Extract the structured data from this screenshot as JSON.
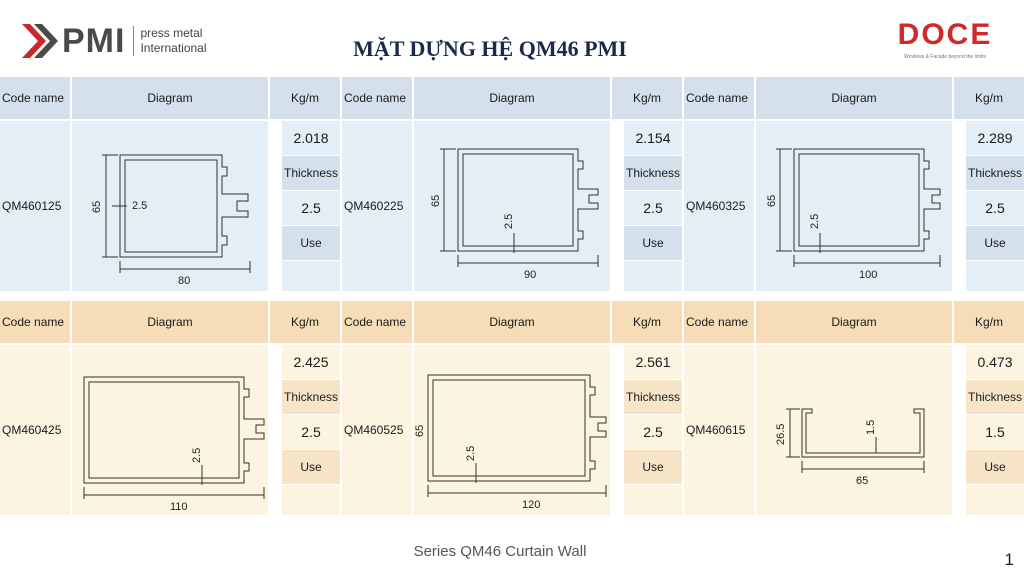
{
  "header": {
    "pmi_word": "PMI",
    "pmi_line1": "press metal",
    "pmi_line2": "International",
    "title": "MẶT DỰNG HỆ QM46 PMI",
    "doce_word": "DOCE",
    "doce_tagline": "Windows & Facade beyond the limits"
  },
  "columns": {
    "code": "Code name",
    "diagram": "Diagram",
    "kg": "Kg/m",
    "thickness": "Thickness",
    "use": "Use"
  },
  "colors": {
    "blue_header": "#d4e1ec",
    "blue_body": "#e4eef6",
    "tan_header": "#f6ddb8",
    "tan_body": "#fdf3e1",
    "doce_red": "#cf2a2a"
  },
  "profiles": [
    {
      "code": "QM460125",
      "kg": "2.018",
      "thickness": "2.5",
      "width_label": "80",
      "height_label": "65",
      "wall_label": "2.5"
    },
    {
      "code": "QM460225",
      "kg": "2.154",
      "thickness": "2.5",
      "width_label": "90",
      "height_label": "65",
      "wall_label": "2.5"
    },
    {
      "code": "QM460325",
      "kg": "2.289",
      "thickness": "2.5",
      "width_label": "100",
      "height_label": "65",
      "wall_label": "2.5"
    },
    {
      "code": "QM460425",
      "kg": "2.425",
      "thickness": "2.5",
      "width_label": "110",
      "height_label": "",
      "wall_label": "2.5"
    },
    {
      "code": "QM460525",
      "kg": "2.561",
      "thickness": "2.5",
      "width_label": "120",
      "height_label": "65",
      "wall_label": "2.5"
    },
    {
      "code": "QM460615",
      "kg": "0.473",
      "thickness": "1.5",
      "width_label": "65",
      "height_label": "26.5",
      "wall_label": "1.5"
    }
  ],
  "footer": {
    "series": "Series QM46 Curtain Wall",
    "page": "1"
  }
}
